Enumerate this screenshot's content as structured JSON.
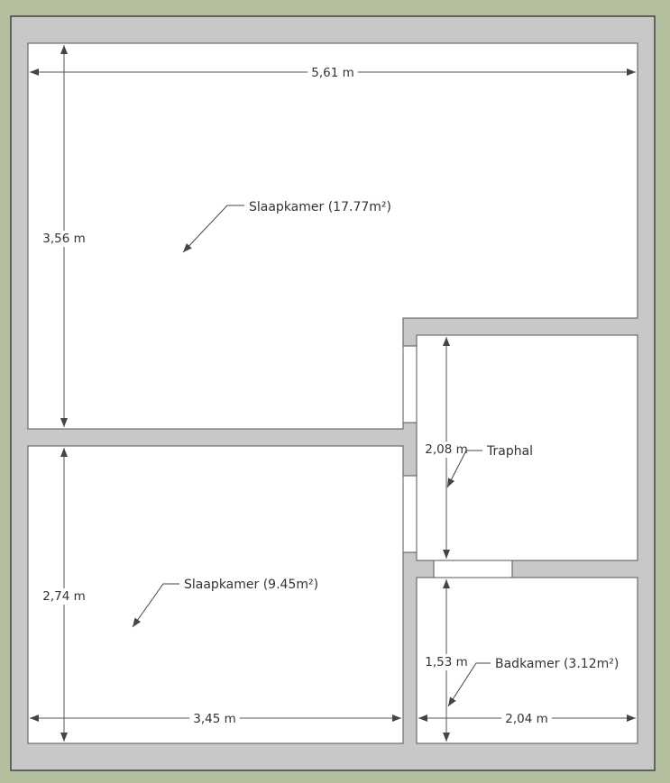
{
  "colors": {
    "background": "#b3bf9f",
    "walls": "#c8c8c8",
    "rooms": "#ffffff",
    "lines": "#555555"
  },
  "rooms": [
    {
      "id": "slaapkamer-1",
      "label": "Slaapkamer (17.77m²)"
    },
    {
      "id": "slaapkamer-2",
      "label": "Slaapkamer (9.45m²)"
    },
    {
      "id": "traphal",
      "label": "Traphal"
    },
    {
      "id": "badkamer",
      "label": "Badkamer (3.12m²)"
    }
  ],
  "dimensions": {
    "top_width": "5,61 m",
    "slaapkamer1_height": "3,56 m",
    "slaapkamer2_height": "2,74 m",
    "slaapkamer2_width": "3,45 m",
    "traphal_height": "2,08 m",
    "badkamer_height": "1,53 m",
    "badkamer_width": "2,04 m"
  }
}
